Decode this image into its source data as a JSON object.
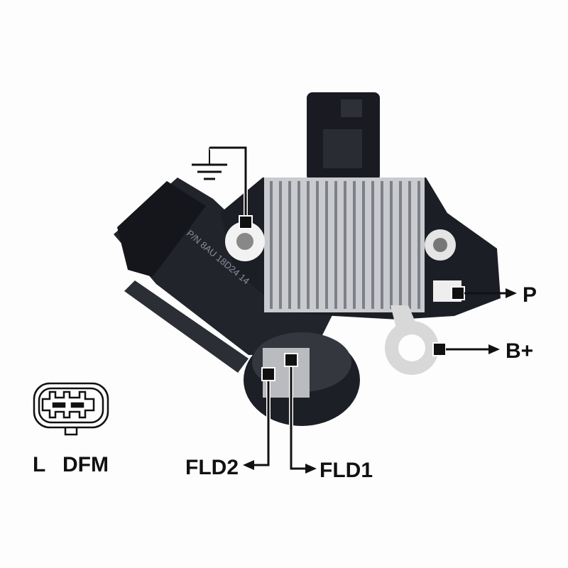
{
  "product": {
    "name_marking": "P/N 8AU 18D24 14"
  },
  "connector_pinout": {
    "pins": [
      "L",
      "DFM"
    ]
  },
  "terminals": {
    "ground": "ground-symbol",
    "p": "P",
    "b_plus": "B+",
    "fld2": "FLD2",
    "fld1": "FLD1"
  },
  "colors": {
    "body": "#1c1e26",
    "heatsink": "#c9cbcf",
    "line": "#111111"
  }
}
